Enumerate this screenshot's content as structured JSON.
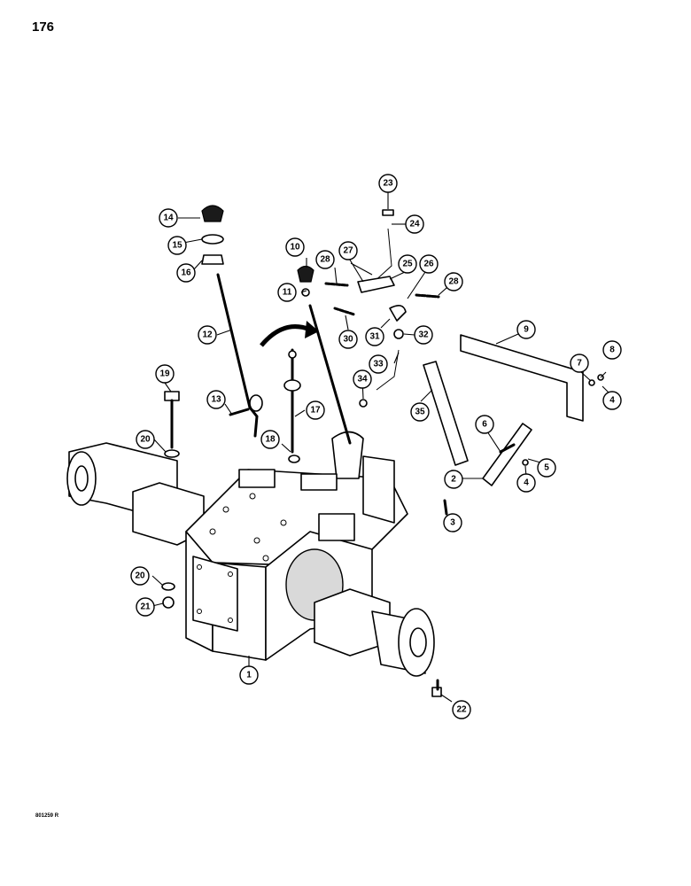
{
  "page_number": "176",
  "document_id": "801259 R",
  "callouts": [
    {
      "id": "1",
      "label": "1"
    },
    {
      "id": "2",
      "label": "2"
    },
    {
      "id": "3",
      "label": "3"
    },
    {
      "id": "4a",
      "label": "4"
    },
    {
      "id": "4b",
      "label": "4"
    },
    {
      "id": "5",
      "label": "5"
    },
    {
      "id": "6",
      "label": "6"
    },
    {
      "id": "7",
      "label": "7"
    },
    {
      "id": "8",
      "label": "8"
    },
    {
      "id": "9",
      "label": "9"
    },
    {
      "id": "10",
      "label": "10"
    },
    {
      "id": "11",
      "label": "11"
    },
    {
      "id": "12",
      "label": "12"
    },
    {
      "id": "13",
      "label": "13"
    },
    {
      "id": "14",
      "label": "14"
    },
    {
      "id": "15",
      "label": "15"
    },
    {
      "id": "16",
      "label": "16"
    },
    {
      "id": "17",
      "label": "17"
    },
    {
      "id": "18",
      "label": "18"
    },
    {
      "id": "19",
      "label": "19"
    },
    {
      "id": "20a",
      "label": "20"
    },
    {
      "id": "20b",
      "label": "20"
    },
    {
      "id": "21",
      "label": "21"
    },
    {
      "id": "22",
      "label": "22"
    },
    {
      "id": "23",
      "label": "23"
    },
    {
      "id": "24",
      "label": "24"
    },
    {
      "id": "25",
      "label": "25"
    },
    {
      "id": "26",
      "label": "26"
    },
    {
      "id": "27",
      "label": "27"
    },
    {
      "id": "28a",
      "label": "28"
    },
    {
      "id": "28b",
      "label": "28"
    },
    {
      "id": "30",
      "label": "30"
    },
    {
      "id": "31",
      "label": "31"
    },
    {
      "id": "32",
      "label": "32"
    },
    {
      "id": "33",
      "label": "33"
    },
    {
      "id": "34",
      "label": "34"
    },
    {
      "id": "35",
      "label": "35"
    }
  ]
}
